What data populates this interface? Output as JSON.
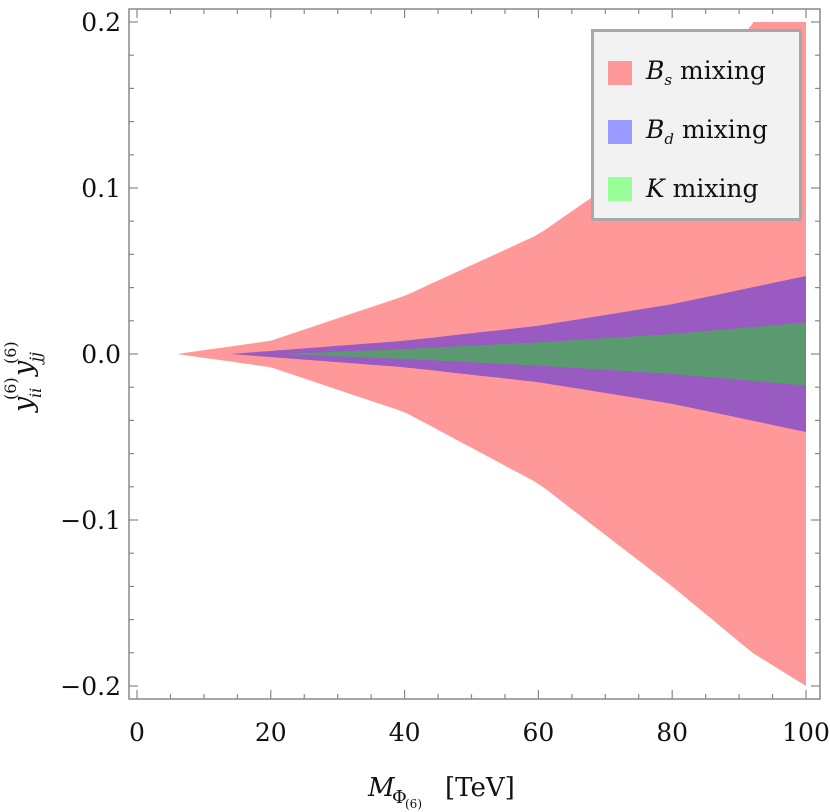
{
  "chart_data": {
    "type": "area",
    "title": "",
    "xlabel": "M_Φ(6) [TeV]",
    "ylabel": "y_ii^(6) y_jj^(6)",
    "xlim": [
      0,
      100
    ],
    "ylim": [
      -0.2,
      0.2
    ],
    "xticks": [
      "0",
      "20",
      "40",
      "60",
      "80",
      "100"
    ],
    "yticks": [
      "0.2",
      "0.1",
      "0.0",
      "-0.1",
      "-0.2"
    ],
    "grid": false,
    "legend_position": "upper right",
    "series": [
      {
        "name": "B_s mixing",
        "color": "#ff9999",
        "x_start": 6,
        "x": [
          6,
          20,
          40,
          60,
          80,
          92,
          100
        ],
        "upper": [
          0.0,
          0.008,
          0.035,
          0.072,
          0.128,
          0.2,
          0.2
        ],
        "lower": [
          0.0,
          -0.008,
          -0.035,
          -0.078,
          -0.14,
          -0.18,
          -0.2
        ]
      },
      {
        "name": "B_d mixing",
        "color": "#9999ff",
        "x_start": 14,
        "x": [
          14,
          40,
          60,
          80,
          100
        ],
        "upper": [
          0.0,
          0.008,
          0.017,
          0.03,
          0.047
        ],
        "lower": [
          0.0,
          -0.008,
          -0.017,
          -0.03,
          -0.047
        ]
      },
      {
        "name": "K mixing",
        "color": "#99ff99",
        "x_start": 22,
        "x": [
          22,
          40,
          60,
          80,
          100
        ],
        "upper": [
          0.0,
          0.003,
          0.007,
          0.012,
          0.019
        ],
        "lower": [
          0.0,
          -0.003,
          -0.007,
          -0.012,
          -0.019
        ]
      }
    ]
  },
  "legend": {
    "items": [
      {
        "symbol": "B",
        "sub": "s",
        "text": "mixing",
        "color": "#ff9999"
      },
      {
        "symbol": "B",
        "sub": "d",
        "text": "mixing",
        "color": "#9999ff"
      },
      {
        "symbol": "K",
        "sub": "",
        "text": "mixing",
        "color": "#99ff99"
      }
    ]
  },
  "axes": {
    "x_label_main": "M",
    "x_label_sub": "Φ",
    "x_label_subsub": "(6)",
    "x_label_unit": "[TeV]",
    "y_label_1": "y",
    "y_label_1_sub": "ii",
    "y_label_1_sup": "(6)",
    "y_label_2": "y",
    "y_label_2_sub": "jj",
    "y_label_2_sup": "(6)"
  },
  "plot": {
    "bs_fill": "#ff9999",
    "bd_overlay": "#995bc1",
    "k_overlay": "#5b9a70",
    "frame_color": "#888888"
  }
}
